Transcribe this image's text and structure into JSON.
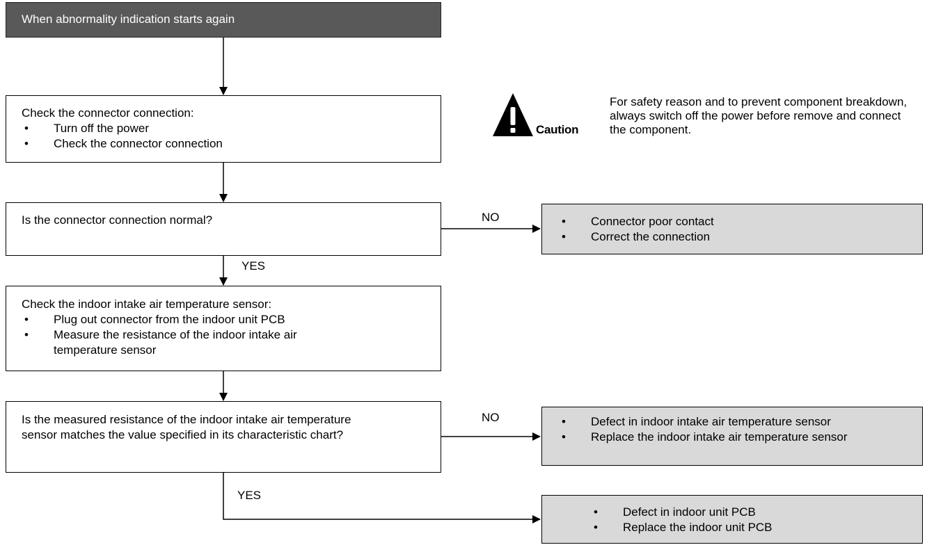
{
  "start": {
    "text": "When abnormality indication starts again"
  },
  "step_check_connector": {
    "intro": "Check the connector connection:",
    "items": [
      "Turn off the power",
      "Check the connector connection"
    ]
  },
  "decision_connector": {
    "text": "Is the connector connection normal?",
    "no_label": "NO",
    "yes_label": "YES"
  },
  "result_connector": {
    "items": [
      "Connector poor contact",
      "Correct the connection"
    ]
  },
  "step_check_sensor": {
    "intro": "Check the indoor intake air temperature sensor:",
    "items": [
      "Plug out connector from the indoor unit PCB",
      "Measure the resistance of the indoor intake air temperature sensor"
    ]
  },
  "decision_resistance": {
    "text": "Is the measured resistance of the indoor intake air temperature sensor matches the value specified in its characteristic chart?",
    "no_label": "NO",
    "yes_label": "YES"
  },
  "result_sensor": {
    "items": [
      "Defect in indoor intake air temperature sensor",
      "Replace the indoor intake air temperature sensor"
    ]
  },
  "result_pcb": {
    "items": [
      "Defect in indoor unit PCB",
      "Replace the indoor unit PCB"
    ]
  },
  "caution": {
    "label": "Caution",
    "text": "For safety reason and to prevent component breakdown, always switch off the power before remove and connect the component.",
    "icon": "warning-triangle-icon"
  }
}
